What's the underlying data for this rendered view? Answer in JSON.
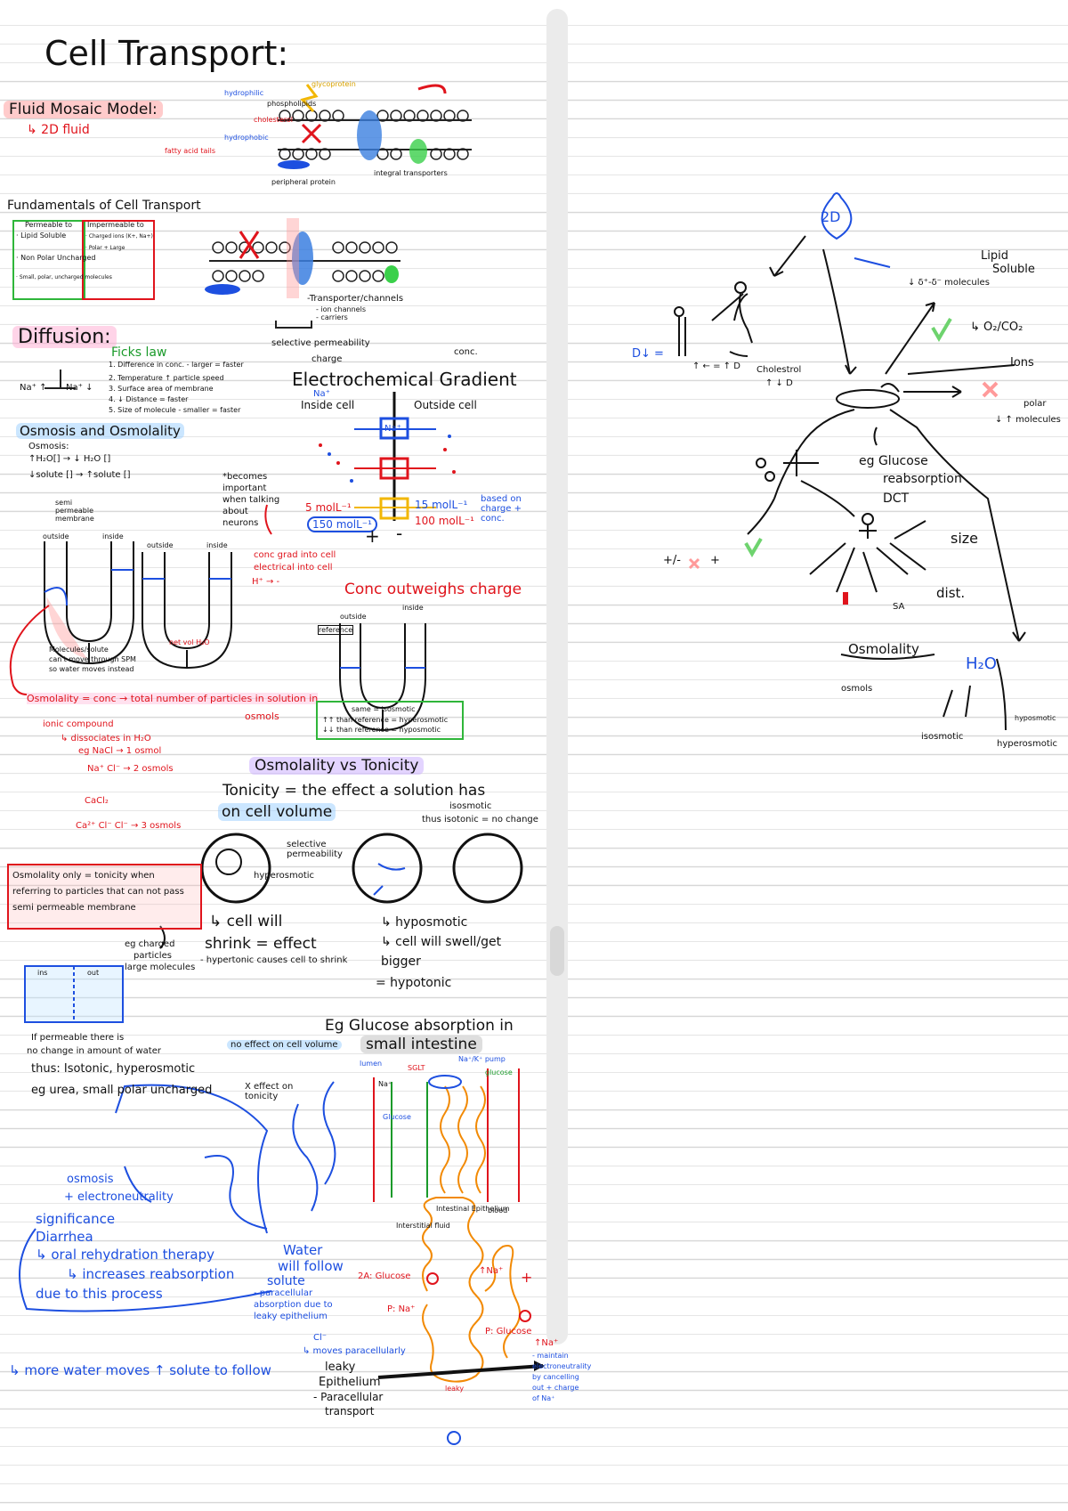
{
  "page": {
    "title": "Cell Transport:"
  },
  "fluid_mosaic": {
    "heading": "Fluid Mosaic Model:",
    "sub": "↳ 2D fluid",
    "labels": [
      "hydrophilic",
      "hydrophobic",
      "cholesterol",
      "phospholipids",
      "glycoprotein",
      "integral transporters",
      "peripheral protein",
      "fatty acid tails"
    ]
  },
  "fundamentals": {
    "heading": "Fundamentals of Cell Transport",
    "permeable_title": "Permeable to",
    "permeable_items": [
      "· Lipid Soluble",
      "· Non Polar Uncharged",
      "· Small, polar, uncharged molecules"
    ],
    "impermeable_title": "Impermeable to",
    "impermeable_items": [
      "· Charged ions (K+, Na+)",
      "· Polar + Large"
    ],
    "transporter_note": "-Transporter/channels",
    "transporter_items": [
      "- ion channels",
      "- carriers"
    ],
    "selective": "selective permeability",
    "charge": "charge",
    "conc": "conc."
  },
  "diffusion": {
    "heading": "Diffusion:",
    "fick": "Ficks law",
    "fick_items": [
      "1. Difference in conc. - larger = faster",
      "2. Temperature ↑ particle speed",
      "3. Surface area of membrane",
      "4. ↓ Distance = faster",
      "5. Size of molecule - smaller = faster"
    ],
    "na_left": "Na⁺ ↑",
    "na_right": "Na⁺ ↓"
  },
  "electrochemical": {
    "heading": "Electrochemical Gradient",
    "inside": "Inside cell",
    "outside": "Outside cell",
    "na": "Na⁺",
    "na_box": "Na⁺",
    "left_conc": "5 molL⁻¹",
    "left_conc2": "150 molL⁻¹",
    "right_conc": "15 molL⁻¹",
    "right_conc2": "100 molL⁻¹",
    "based": "based on charge + conc.",
    "plus": "+",
    "minus": "-",
    "neuron_note": [
      "*becomes",
      "important",
      "when talking",
      "about",
      "neurons"
    ],
    "conc_grad": [
      "conc grad into cell",
      "electrical into cell"
    ],
    "h_plus": "H⁺ → -",
    "outweighs": "Conc outweighs charge"
  },
  "osmosis": {
    "heading": "Osmosis and Osmolality",
    "sub": "Osmosis:",
    "line1": "↑H₂O[] → ↓ H₂O []",
    "line2": "↓solute [] → ↑solute []",
    "spm": "semi permeable membrane",
    "u_outside": "outside",
    "u_inside": "inside",
    "u_note": [
      "Molecules/solute",
      "can't move through SPM",
      "so water moves instead"
    ],
    "net_flow": "net vol H₂O",
    "osmolality_def": "Osmolality = conc → total number of particles in solution in",
    "osmols": "osmols",
    "ionic": "ionic compound",
    "dissociates": "↳ dissociates in H₂O",
    "nacl": "eg NaCl → 1 osmol",
    "nacl2": "Na⁺ Cl⁻ → 2 osmols",
    "cacl": "CaCl₂",
    "cacl2": "Ca²⁺ Cl⁻ Cl⁻ → 3 osmols"
  },
  "u_tube2": {
    "reference": "reference",
    "isosmotic": "same = isosmotic",
    "hyper": "↑↑ than reference = hyperosmotic",
    "hypo": "↓↓ than reference = hyposmotic"
  },
  "tonicity": {
    "heading": "Osmolality vs Tonicity",
    "def": "Tonicity = the effect a solution has",
    "def2": "on cell volume",
    "isosmotic_note": "isosmotic",
    "isotonic_note": "thus isotonic = no change",
    "selective": "selective permeability",
    "hyperosmotic": "hyperosmotic",
    "shrink": "↳ cell will",
    "shrink2": "shrink = effect",
    "hypertonic": "- hypertonic causes cell to shrink",
    "hyposmotic": "↳ hyposmotic",
    "swell": "↳ cell will swell/get",
    "bigger": "bigger",
    "hypotonic": "= hypotonic",
    "box": [
      "Osmolality only = tonicity when",
      "referring to particles that can not pass",
      "semi permeable membrane"
    ],
    "eg_charged": [
      "eg charged",
      "particles",
      "large molecules"
    ],
    "ins": "ins",
    "out": "out",
    "permeable": "If permeable there is",
    "no_change": "no change in amount of water",
    "no_effect": "no effect on cell volume",
    "thus": "thus: Isotonic, hyperosmotic",
    "urea": "eg urea, small polar uncharged",
    "x_effect": "X effect on tonicity"
  },
  "glucose": {
    "heading": "Eg Glucose absorption in",
    "heading2": "small intestine",
    "labels": [
      "lumen",
      "SGLT",
      "Na⁺",
      "Glucose",
      "Na⁺/K⁺ pump",
      "glucose",
      "Intestinal Epithelium",
      "Interstitial fluid",
      "blood"
    ],
    "osmosis": "osmosis",
    "electroneutrality": "+ electroneutrality",
    "significance": "significance",
    "diarrhea": "Diarrhea",
    "ort": "↳ oral rehydration therapy",
    "increases": "↳ increases reabsorption",
    "due": "due to this process",
    "water": [
      "Water",
      "will follow",
      "solute"
    ],
    "paracellular": [
      "- paracellular",
      "absorption due to",
      "leaky epithelium"
    ],
    "more_water": "↳ more water moves ↑ solute to follow",
    "cl": "Cl⁻",
    "cl_moves": "↳ moves paracellularly",
    "leaky": [
      "leaky",
      "Epithelium",
      "- Paracellular",
      "transport"
    ],
    "leaky_small": "leaky",
    "sa": "2A: Glucose",
    "pna": "P: Na⁺",
    "pglucose": "P: Glucose",
    "na_top": "↑Na⁺",
    "plus": "+",
    "na_right": "↑Na⁺",
    "maintain": [
      "- maintain",
      "electroneutrality",
      "by cancelling",
      "out + charge",
      "of Na⁺"
    ]
  },
  "mindmap": {
    "center": "2D",
    "lipid": "Lipid",
    "soluble": "Soluble",
    "molecules": "↓ δ⁺-δ⁻ molecules",
    "o2co2": "↳ O₂/CO₂",
    "ions": "Ions",
    "polar": "polar",
    "polar2": "↓ ↑ molecules",
    "dv": "D↓ =",
    "arrows": "↑ ← = ↑ D",
    "cholestrol": "Cholestrol",
    "chol2": "↑ ↓ D",
    "glucose": "eg Glucose",
    "reab": "reabsorption",
    "dct": "DCT",
    "size": "size",
    "dist": "dist.",
    "sa": "SA",
    "pm": "+/-",
    "plus": "+",
    "osmolality": "Osmolality",
    "osmols": "osmols",
    "h2o": "H₂O",
    "isosmotic": "isosmotic",
    "hyposmotic": "hyposmotic",
    "hyperosmotic": "hyperosmotic"
  }
}
